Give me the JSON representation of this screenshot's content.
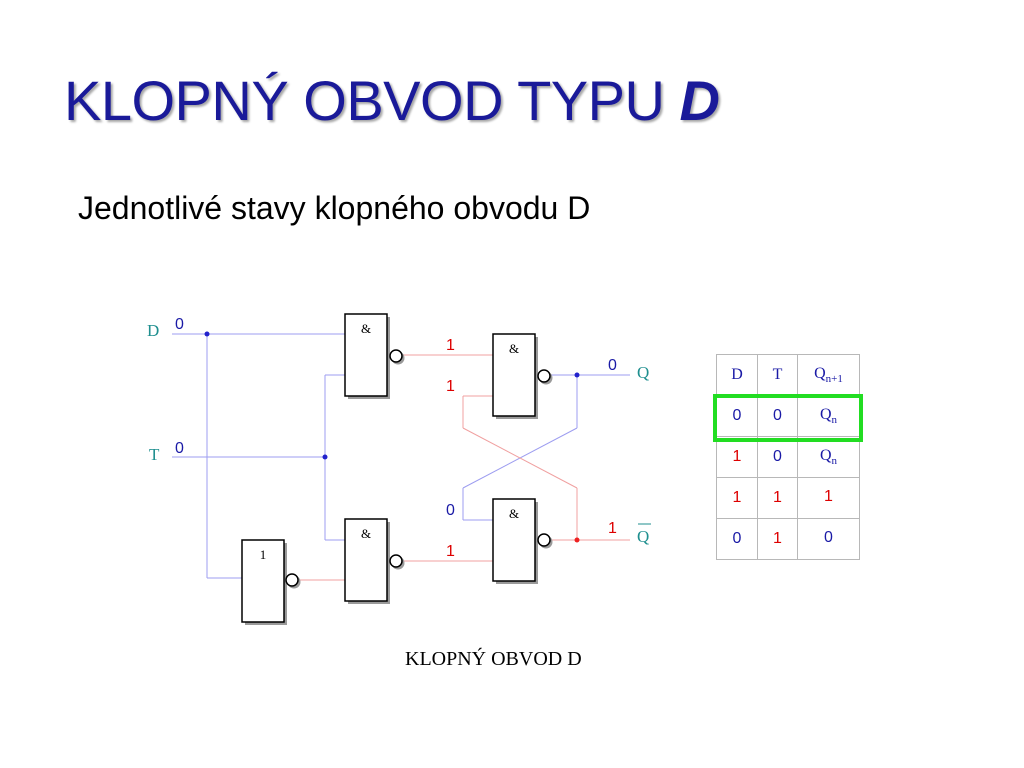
{
  "slide": {
    "title_main": "KLOPNÝ OBVOD TYPU ",
    "title_em": "D",
    "subtitle": "Jednotlivé stavy klopného obvodu D",
    "caption": "KLOPNÝ OBVOD D"
  },
  "circuit": {
    "inputs": {
      "d_label": "D",
      "d_value": "0",
      "t_label": "T",
      "t_value": "0"
    },
    "gates": {
      "and_top_left": "&",
      "and_bottom_left": "&",
      "and_top_right": "&",
      "and_bottom_right": "&",
      "not_gate": "1"
    },
    "signals": {
      "top_left_out": "1",
      "cross_into_top_right": "1",
      "cross_into_bottom_right": "0",
      "bottom_left_out": "1",
      "q_value": "0",
      "q_bar_value": "1"
    },
    "outputs": {
      "q_label": "Q",
      "q_bar_label": "Q"
    }
  },
  "truth_table": {
    "headers": {
      "d": "D",
      "t": "T",
      "q_next_base": "Q",
      "q_next_sub": "n+1"
    },
    "rows": [
      {
        "d": "0",
        "t": "0",
        "q_base": "Q",
        "q_sub": "n",
        "q_plain": ""
      },
      {
        "d": "1",
        "t": "0",
        "q_base": "Q",
        "q_sub": "n",
        "q_plain": ""
      },
      {
        "d": "1",
        "t": "1",
        "q_base": "",
        "q_sub": "",
        "q_plain": "1"
      },
      {
        "d": "0",
        "t": "1",
        "q_base": "",
        "q_sub": "",
        "q_plain": "0"
      }
    ],
    "highlighted_row": 0
  },
  "colors": {
    "title": "#1a1a99",
    "wire_low": "#9d9df0",
    "wire_high": "#f0a0a0",
    "label_teal": "#1f8f8f",
    "value_low": "#1a1aa6",
    "value_high": "#dd0000",
    "highlight": "#22dd22"
  }
}
